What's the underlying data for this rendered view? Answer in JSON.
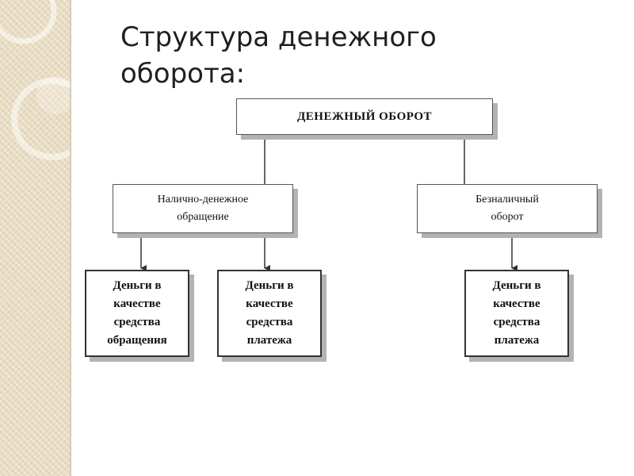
{
  "title": "Структура денежного\nоборота:",
  "nodes": {
    "root": "ДЕНЕЖНЫЙ ОБОРОТ",
    "cash": "Налично-денежное\nобращение",
    "noncash": "Безналичный\nоборот",
    "leaf1": "Деньги в\nкачестве\nсредства\nобращения",
    "leaf2": "Деньги в\nкачестве\nсредства\nплатежа",
    "leaf3": "Деньги в\nкачестве\nсредства\nплатежа"
  },
  "colors": {
    "strip": "#e8dcc2",
    "line": "#333333",
    "shadow": "#b3b3b3"
  }
}
